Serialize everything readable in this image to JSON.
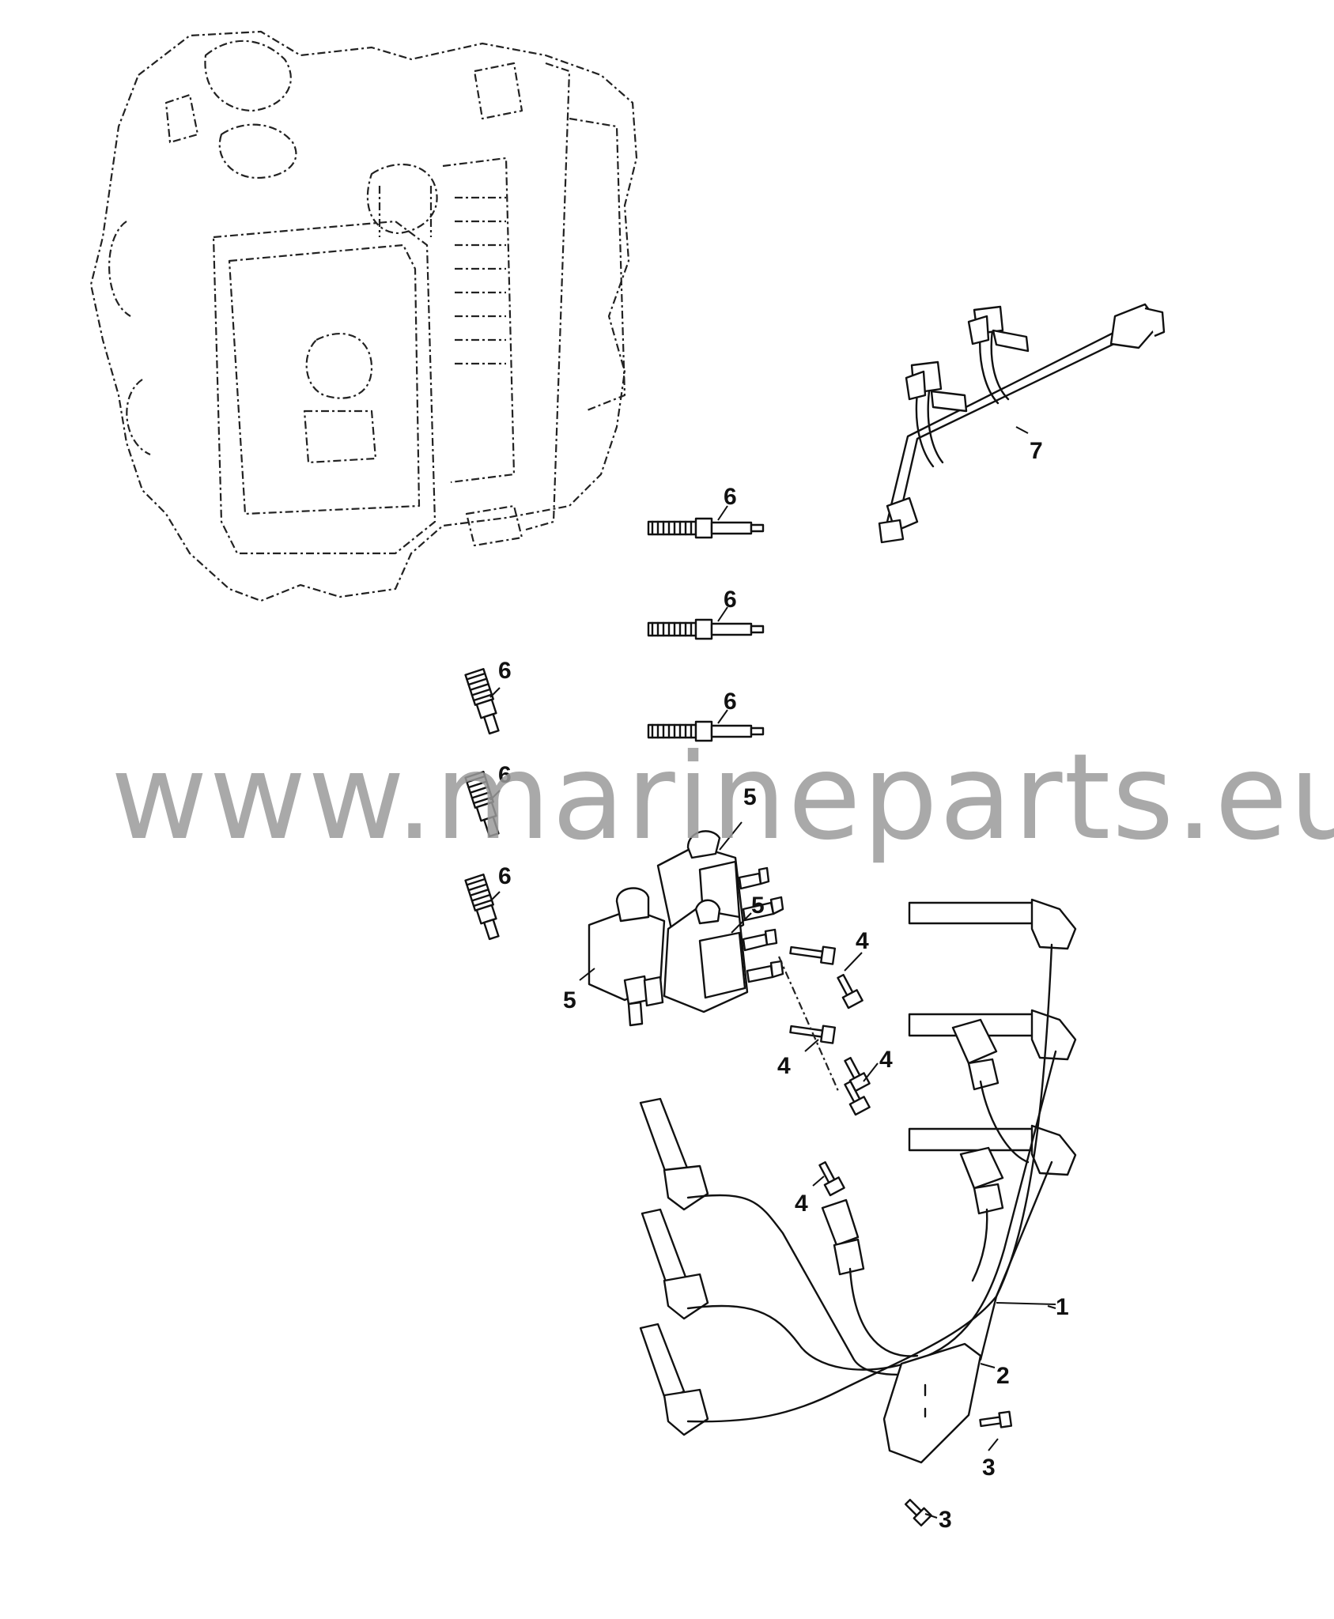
{
  "watermark": "www.marineparts.eu",
  "colors": {
    "line": "#111111",
    "watermark": "#9a9a9a",
    "background": "#ffffff"
  },
  "callouts": [
    {
      "id": "c1",
      "label": "1"
    },
    {
      "id": "c2",
      "label": "2"
    },
    {
      "id": "c3a",
      "label": "3"
    },
    {
      "id": "c3b",
      "label": "3"
    },
    {
      "id": "c4a",
      "label": "4"
    },
    {
      "id": "c4b",
      "label": "4"
    },
    {
      "id": "c4c",
      "label": "4"
    },
    {
      "id": "c4d",
      "label": "4"
    },
    {
      "id": "c5a",
      "label": "5"
    },
    {
      "id": "c5b",
      "label": "5"
    },
    {
      "id": "c5c",
      "label": "5"
    },
    {
      "id": "c6a",
      "label": "6"
    },
    {
      "id": "c6b",
      "label": "6"
    },
    {
      "id": "c6c",
      "label": "6"
    },
    {
      "id": "c6d",
      "label": "6"
    },
    {
      "id": "c6e",
      "label": "6"
    },
    {
      "id": "c6f",
      "label": "6"
    },
    {
      "id": "c7",
      "label": "7"
    }
  ]
}
